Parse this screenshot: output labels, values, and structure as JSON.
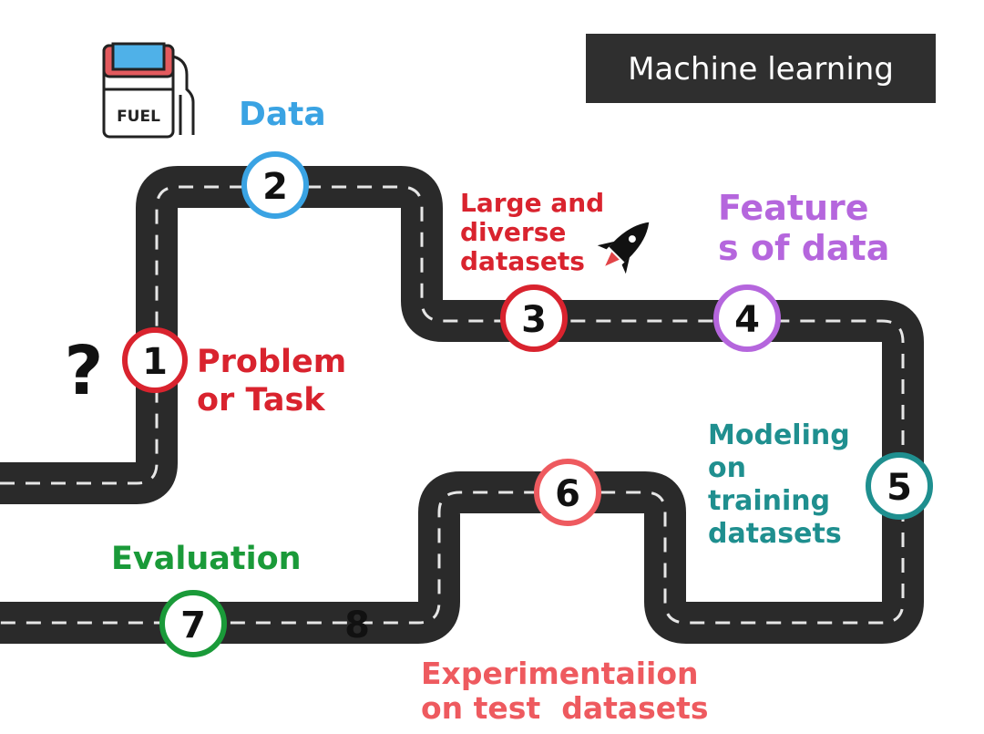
{
  "title": "Machine learning",
  "colors": {
    "road": "#2a2a2a",
    "dash": "#e6e6e6",
    "title_box": "#2f2f2f",
    "title_text": "#ffffff",
    "red": "#d9232e",
    "blue": "#3aa3e3",
    "purple": "#b566dd",
    "teal": "#1f8f8f",
    "coral": "#ee5a5f",
    "green": "#1a9a39",
    "black": "#111111"
  },
  "fuel_icon": {
    "name": "fuel-pump-icon",
    "label": "FUEL"
  },
  "question_icon": {
    "name": "question-mark-icon",
    "glyph": "?"
  },
  "rocket_icon": {
    "name": "rocket-icon"
  },
  "steps": [
    {
      "number": "1",
      "label_lines": [
        "Problem",
        "or Task"
      ]
    },
    {
      "number": "2",
      "label_lines": [
        "Data"
      ]
    },
    {
      "number": "3",
      "label_lines": [
        "Large and",
        "diverse",
        "datasets"
      ]
    },
    {
      "number": "4",
      "label_lines": [
        "Feature",
        "s of data"
      ]
    },
    {
      "number": "5",
      "label_lines": [
        "Modeling",
        "on",
        "training",
        "datasets"
      ]
    },
    {
      "number": "6",
      "label_lines": [
        "Experimentaiion",
        "on test  datasets"
      ]
    },
    {
      "number": "7",
      "label_lines": [
        "Evaluation"
      ]
    },
    {
      "number": "8",
      "label_lines": []
    }
  ]
}
